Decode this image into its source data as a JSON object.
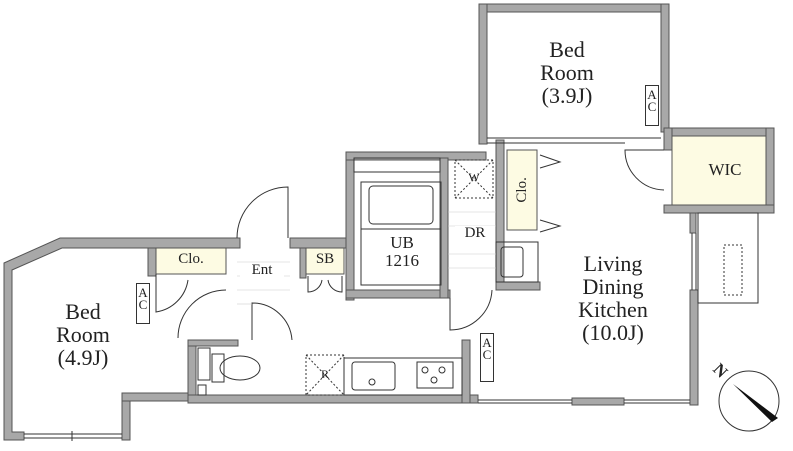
{
  "colors": {
    "wall": "#a8a8a8",
    "wall_edge": "#555555",
    "storage_fill": "#fdfbe3",
    "line": "#333333"
  },
  "rooms": {
    "bed_left": {
      "l1": "Bed",
      "l2": "Room",
      "l3": "(4.9J)"
    },
    "bed_top": {
      "l1": "Bed",
      "l2": "Room",
      "l3": "(3.9J)"
    },
    "ldk": {
      "l1": "Living",
      "l2": "Dining",
      "l3": "Kitchen",
      "l4": "(10.0J)"
    },
    "wic": "WIC",
    "clo_left": "Clo.",
    "clo_mid": "Clo.",
    "sb": "SB",
    "ent": "Ent",
    "ub": {
      "l1": "UB",
      "l2": "1216"
    },
    "dr": "DR",
    "w": "W",
    "r": "R"
  },
  "ac": {
    "a": "A",
    "c": "C"
  },
  "compass": {
    "north": "N"
  }
}
